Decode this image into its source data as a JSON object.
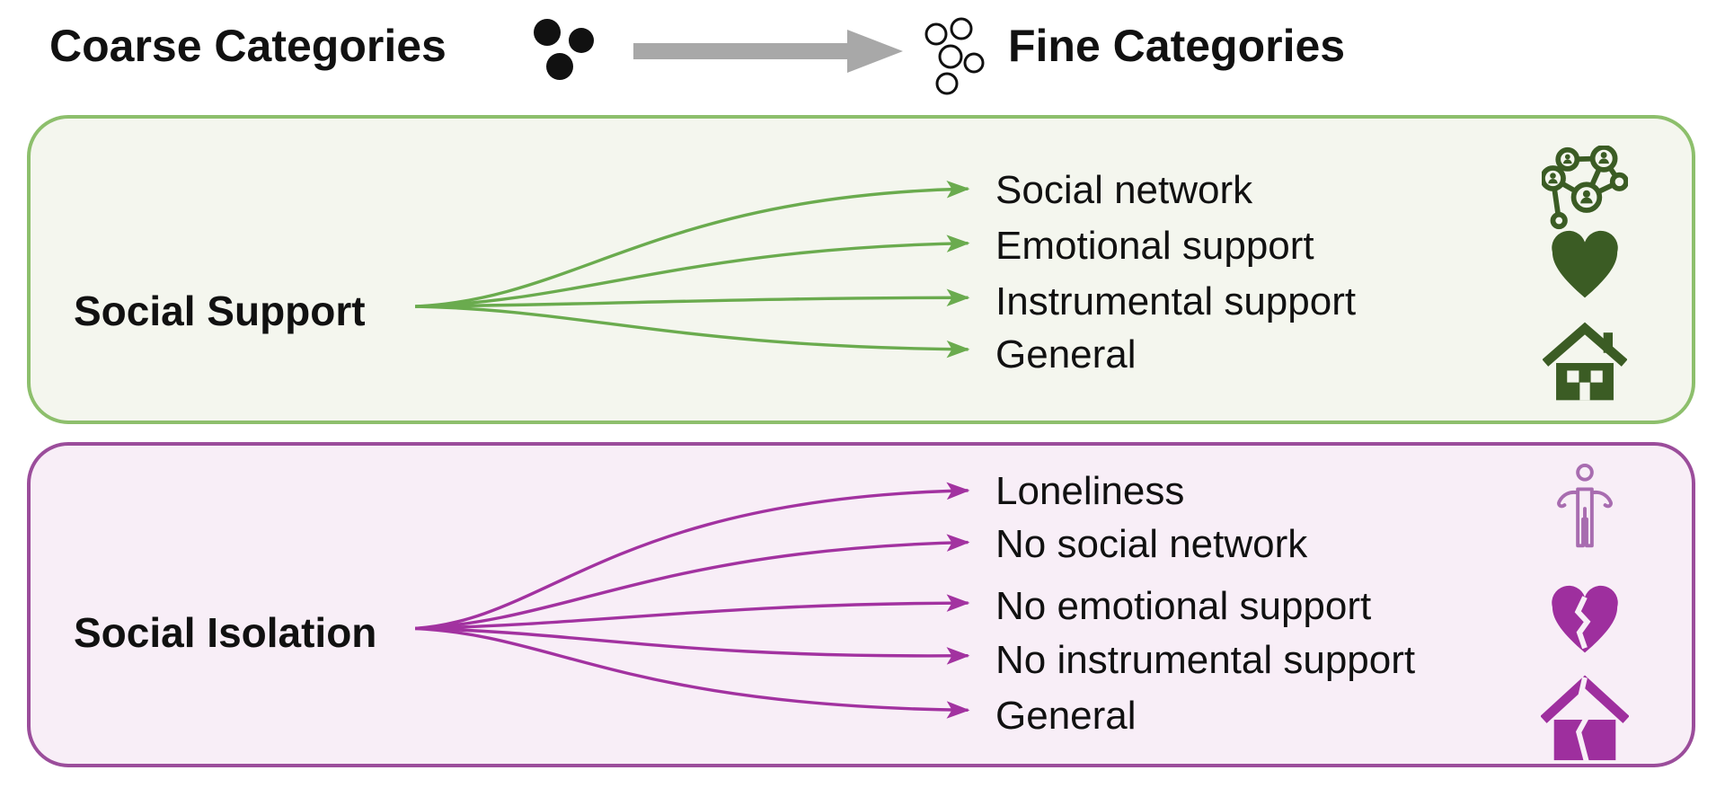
{
  "header": {
    "coarse_label": "Coarse Categories",
    "fine_label": "Fine Categories",
    "coarse_icon": "filled-dots-cluster",
    "fine_icon": "outlined-dots-cluster",
    "arrow_icon": "right-arrow",
    "arrow_color": "#a8a8a8",
    "text_color": "#111111"
  },
  "groups": [
    {
      "id": "social-support",
      "title": "Social Support",
      "theme": {
        "border": "#8dbf6c",
        "background": "#f4f6ee",
        "line": "#6aab4e",
        "icon": "#3b5c24"
      },
      "children": [
        {
          "label": "Social network"
        },
        {
          "label": "Emotional support"
        },
        {
          "label": "Instrumental support"
        },
        {
          "label": "General"
        }
      ],
      "icons": [
        "social-network-icon",
        "heart-icon",
        "house-icon"
      ]
    },
    {
      "id": "social-isolation",
      "title": "Social Isolation",
      "theme": {
        "border": "#9b4d9b",
        "background": "#f8eef7",
        "line": "#a232a0",
        "icon": "#9e2f9e",
        "icon_outline": "#a86cb0"
      },
      "children": [
        {
          "label": "Loneliness"
        },
        {
          "label": "No social network"
        },
        {
          "label": "No emotional support"
        },
        {
          "label": "No instrumental support"
        },
        {
          "label": "General"
        }
      ],
      "icons": [
        "person-alone-icon",
        "broken-heart-icon",
        "cracked-house-icon"
      ]
    }
  ]
}
